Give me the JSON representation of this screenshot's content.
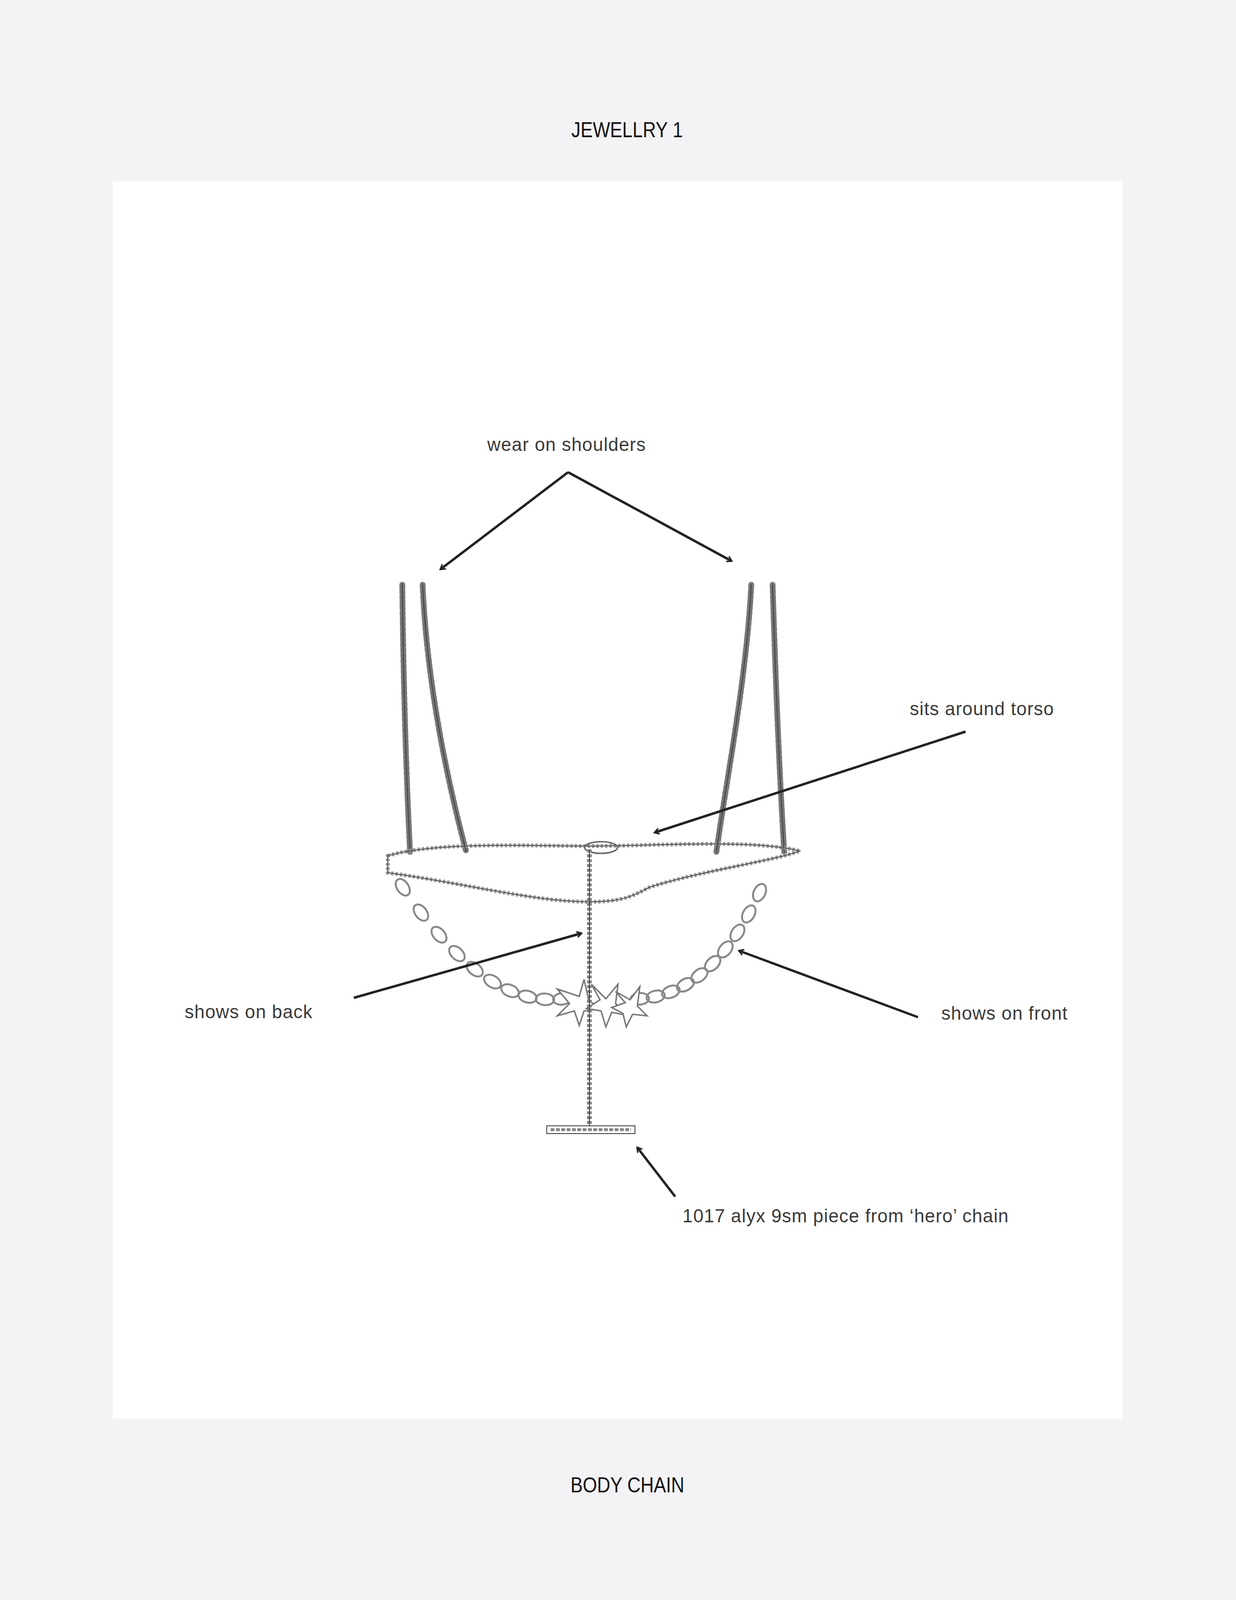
{
  "diagram": {
    "title": "JEWELLRY 1",
    "caption": "BODY CHAIN",
    "labels": [
      "wear on shoulders",
      "sits around torso",
      "shows on back",
      "shows on front",
      "1017 alyx 9sm piece from ‘hero’ chain"
    ]
  }
}
